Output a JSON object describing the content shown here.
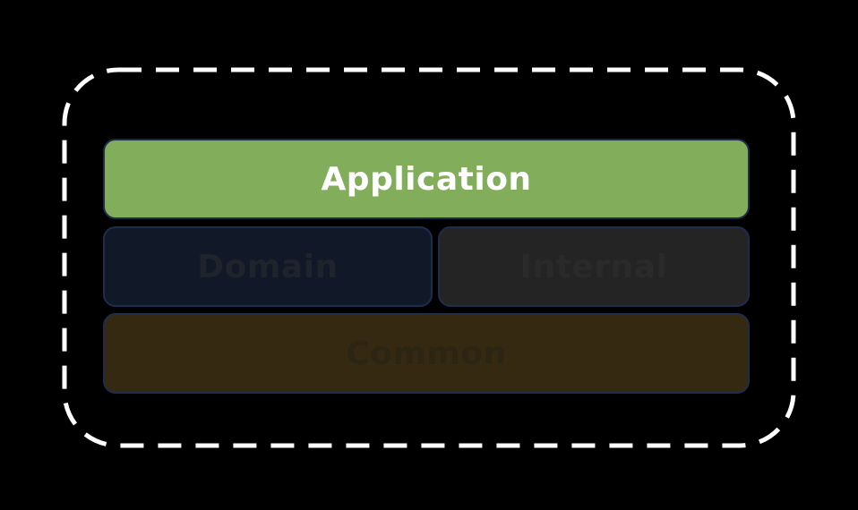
{
  "diagram": {
    "layers": {
      "application": {
        "label": "Application",
        "color": "#82ad5b"
      },
      "domain": {
        "label": "Domain",
        "color": "#111827"
      },
      "internal": {
        "label": "Internal",
        "color": "#242424"
      },
      "common": {
        "label": "Common",
        "color": "#362912"
      }
    },
    "boundary_style": "dashed-white-rounded"
  }
}
